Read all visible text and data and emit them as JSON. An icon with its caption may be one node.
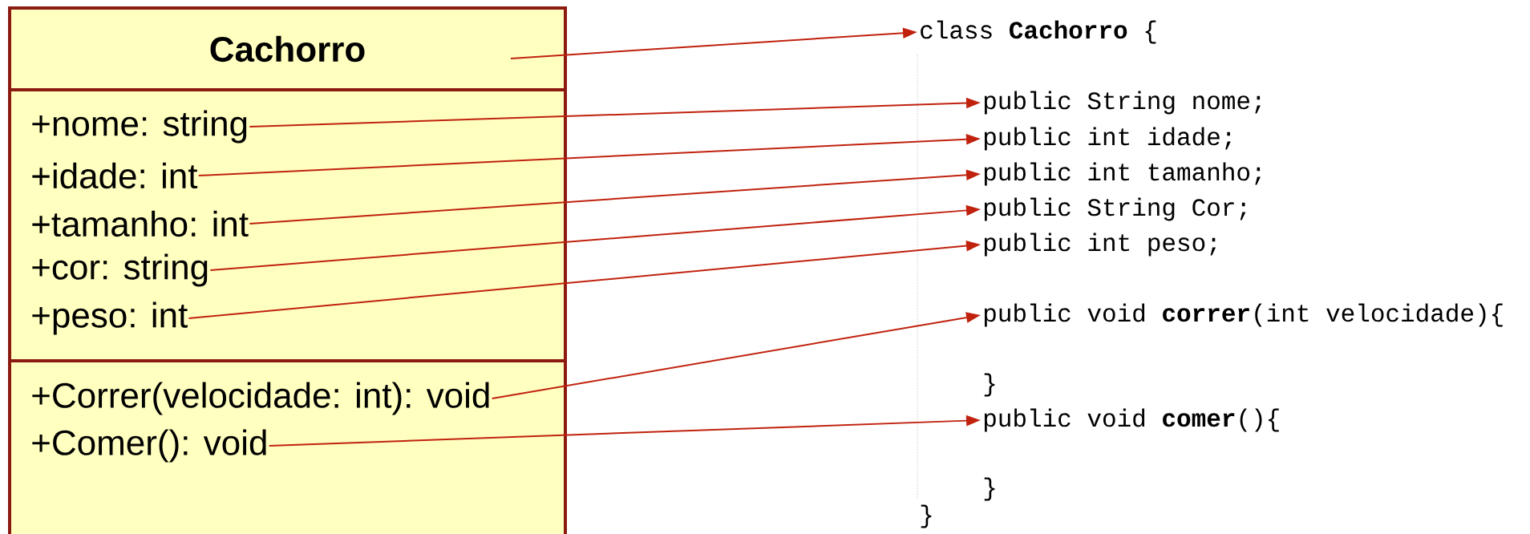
{
  "diagram": {
    "nodes": [
      {
        "text": [
          "Cachorro"
        ]
      },
      {
        "text": [],
        "shape": "box"
      },
      {
        "text": [
          "+nome: string"
        ],
        "in": 1
      },
      {
        "text": [
          "+idade: int"
        ],
        "in": 1
      },
      {
        "text": [
          "+tamanho: int"
        ],
        "in": 1
      },
      {
        "text": [
          "+cor: string"
        ],
        "in": 1
      },
      {
        "text": [
          "+peso: int"
        ],
        "in": 1
      },
      {
        "text": [],
        "shape": "box"
      },
      {
        "text": [
          "+Correr(velocidade: int): void"
        ],
        "in": 7
      },
      {
        "text": [
          "+Comer(): void"
        ],
        "in": 7
      },
      {
        "text": [
          "class **Cachorro** {"
        ]
      },
      {
        "text": [
          "public String nome;"
        ]
      },
      {
        "text": [
          "public int idade;"
        ]
      },
      {
        "text": [
          "public int tamanho;"
        ]
      },
      {
        "text": [
          "public String Cor;"
        ]
      },
      {
        "text": [
          "public int peso;"
        ]
      },
      {
        "text": [
          "public void **correr**(int velocidade){"
        ]
      },
      {
        "text": [
          "}"
        ]
      },
      {
        "text": [
          "public void **comer**(){"
        ]
      },
      {
        "text": [
          "}"
        ]
      },
      {
        "text": [
          "}"
        ]
      }
    ],
    "edges": [
      {
        "from": 0,
        "to": 10,
        "arrow": "to"
      },
      {
        "from": 2,
        "to": 11,
        "arrow": "to"
      },
      {
        "from": 3,
        "to": 12,
        "arrow": "to"
      },
      {
        "from": 4,
        "to": 13,
        "arrow": "to"
      },
      {
        "from": 5,
        "to": 14,
        "arrow": "to"
      },
      {
        "from": 6,
        "to": 15,
        "arrow": "to"
      },
      {
        "from": 8,
        "to": 16,
        "arrow": "to"
      },
      {
        "from": 9,
        "to": 18,
        "arrow": "to"
      }
    ]
  }
}
